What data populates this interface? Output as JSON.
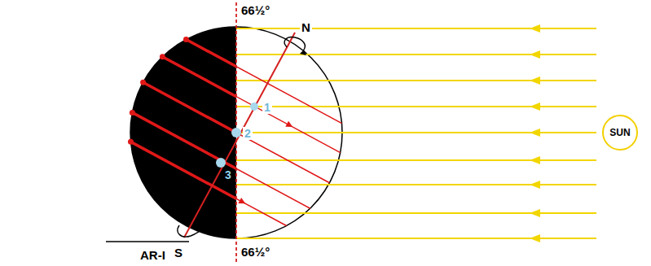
{
  "diagram": {
    "nodes": [
      {
        "text": [
          "SUN"
        ]
      }
    ],
    "labels": [
      "66½°",
      "N",
      "1",
      "2",
      "3",
      "S",
      "AR-I",
      "66½°"
    ]
  }
}
